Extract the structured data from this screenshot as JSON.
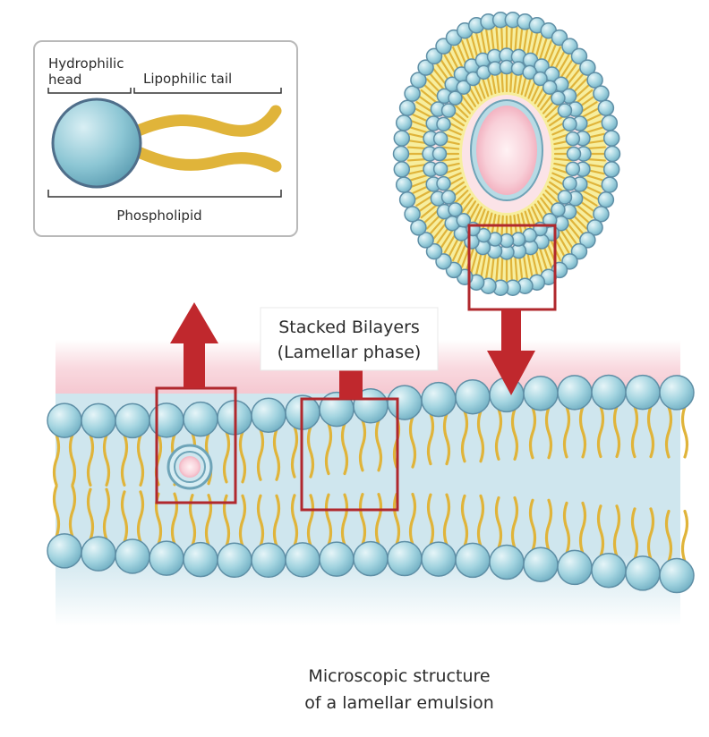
{
  "inset": {
    "head_label_line1": "Hydrophilic",
    "head_label_line2": "head",
    "tail_label": "Lipophilic tail",
    "bottom_label": "Phospholipid"
  },
  "callout": {
    "line1": "Stacked Bilayers",
    "line2": "(Lamellar phase)"
  },
  "caption": {
    "line1": "Microscopic structure",
    "line2": "of a lamellar emulsion"
  },
  "colors": {
    "head_fill": "#9fd3df",
    "head_stroke": "#5f8fa6",
    "tail": "#e0b43a",
    "lipid_band": "#f7ef9c",
    "membrane_water": "#cfe8ef",
    "core_pink": "#f7c9d3",
    "arrow_red": "#c0282d",
    "box_red": "#b0282d"
  }
}
